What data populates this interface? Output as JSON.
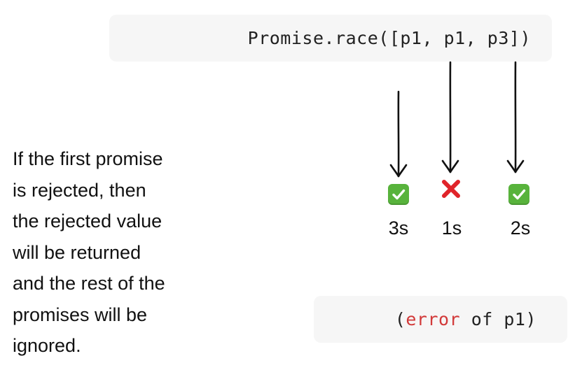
{
  "code": {
    "call": "Promise.race([p1, p1, p3])"
  },
  "promises": [
    {
      "status": "fulfilled",
      "icon": "check-icon",
      "time": "3s"
    },
    {
      "status": "rejected",
      "icon": "cross-icon",
      "time": "1s"
    },
    {
      "status": "fulfilled",
      "icon": "check-icon",
      "time": "2s"
    }
  ],
  "result": {
    "open": "(",
    "error_word": "error",
    "rest": " of p1)"
  },
  "explanation": [
    "If the first promise",
    "is rejected, then",
    "the rejected value",
    "will be returned",
    "and the rest of the",
    "promises will be",
    "ignored."
  ],
  "colors": {
    "error_text": "#d23a3a",
    "check_bg": "#58b33c",
    "cross": "#e0242a",
    "code_bg": "#f6f6f6"
  }
}
